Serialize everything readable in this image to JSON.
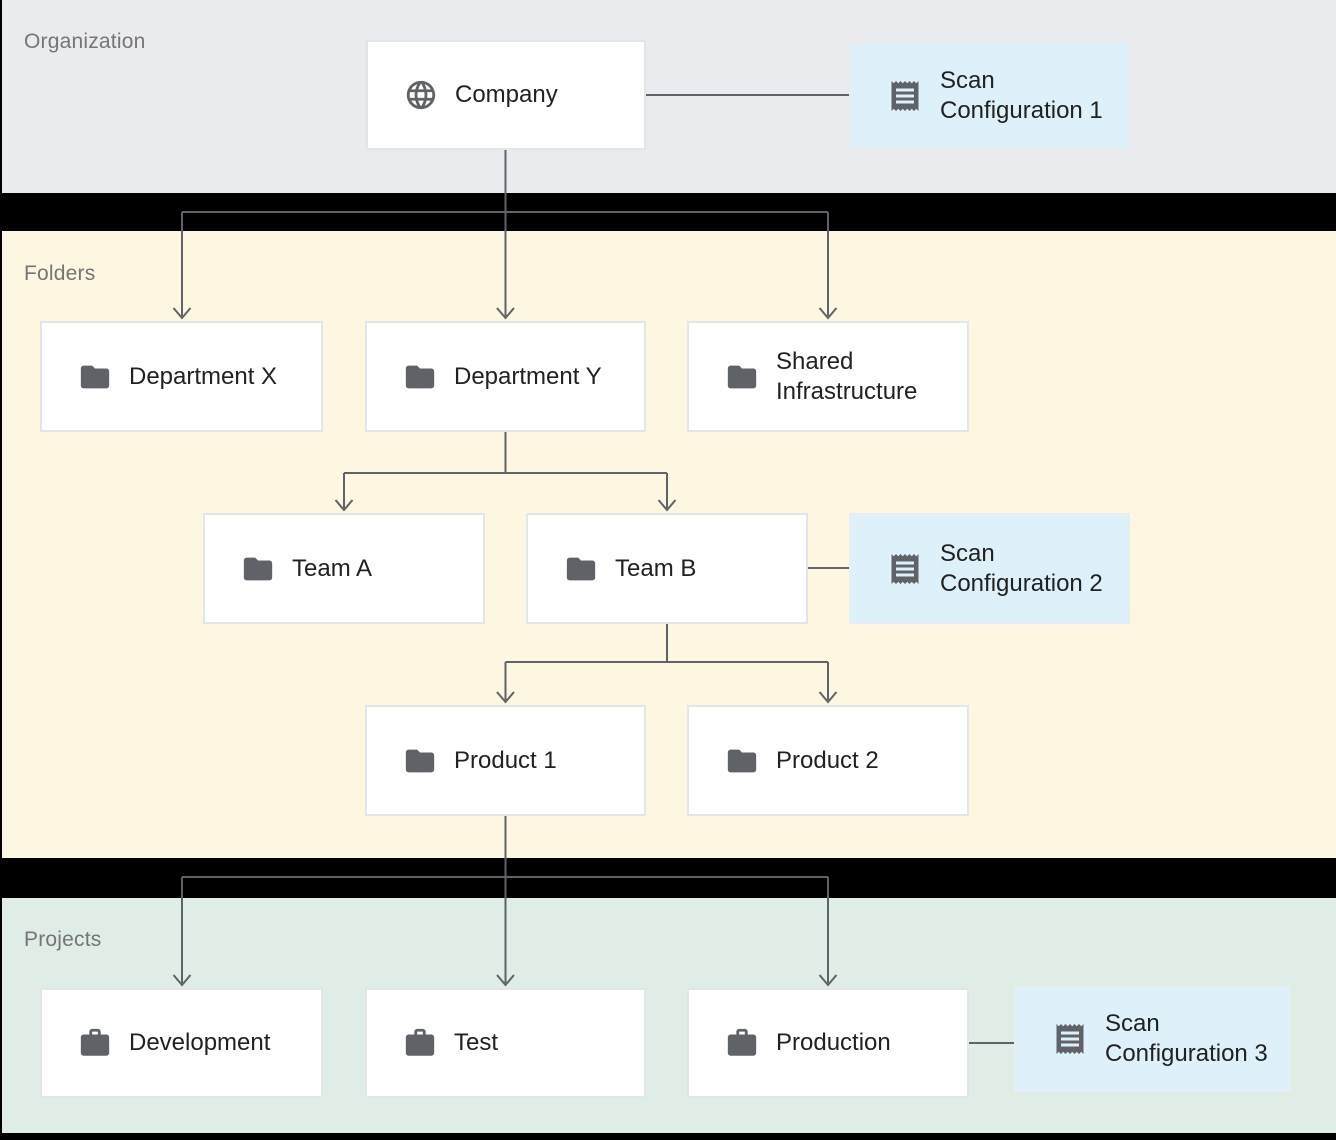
{
  "bands": {
    "organization": "Organization",
    "folders": "Folders",
    "projects": "Projects"
  },
  "nodes": {
    "company": {
      "label": "Company",
      "icon": "globe-icon"
    },
    "scan_config_1": {
      "label": "Scan Configuration 1",
      "icon": "receipt-icon"
    },
    "department_x": {
      "label": "Department X",
      "icon": "folder-icon"
    },
    "department_y": {
      "label": "Department Y",
      "icon": "folder-icon"
    },
    "shared_infrastructure": {
      "label": "Shared Infrastructure",
      "icon": "folder-icon"
    },
    "team_a": {
      "label": "Team A",
      "icon": "folder-icon"
    },
    "team_b": {
      "label": "Team B",
      "icon": "folder-icon"
    },
    "scan_config_2": {
      "label": "Scan Configuration 2",
      "icon": "receipt-icon"
    },
    "product_1": {
      "label": "Product 1",
      "icon": "folder-icon"
    },
    "product_2": {
      "label": "Product 2",
      "icon": "folder-icon"
    },
    "development": {
      "label": "Development",
      "icon": "briefcase-icon"
    },
    "test": {
      "label": "Test",
      "icon": "briefcase-icon"
    },
    "production": {
      "label": "Production",
      "icon": "briefcase-icon"
    },
    "scan_config_3": {
      "label": "Scan Configuration 3",
      "icon": "receipt-icon"
    }
  },
  "colors": {
    "organization_band": "#e9ebee",
    "folders_band": "#fdf7e2",
    "projects_band": "#dfede6",
    "scan_config_fill": "#def0fa",
    "node_fill": "#ffffff",
    "node_border": "#e3e6e8",
    "icon": "#5f6368",
    "connector": "#5f6368",
    "node_text": "#212121",
    "band_label_text": "#757575",
    "separator": "#000000"
  }
}
